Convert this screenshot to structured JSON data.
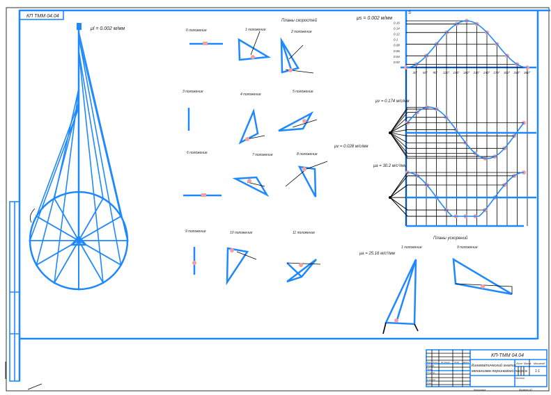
{
  "sheet": {
    "stamp_top": "КП ТММ 04.04",
    "scale_mechanism": "μl = 0.002 м/мм",
    "scale_displacement": "μs = 0.002 м/мм",
    "scale_velocity": "μv = 0.174 м/с/мм",
    "scale_acceleration": "μa = 30.2 м/с²/мм",
    "scale_velocity_plans": "μv = 0.028 м/с/мм",
    "scale_acceleration_plans": "μa = 25.16 м/с²/мм",
    "velocity_plans_title": "Планы скоростей",
    "acceleration_plans_title": "Планы ускорений",
    "axis_s": "S",
    "positions": [
      "0 положение",
      "1 положение",
      "2 положение",
      "3 положение",
      "4 положение",
      "5 положение",
      "6 положение",
      "7 положение",
      "8 положение",
      "9 положение",
      "10 положение",
      "11 положение",
      "1 положение",
      "9 положение"
    ]
  },
  "chart_data": {
    "type": "line",
    "title": "S(φ)",
    "x_ticks": [
      "30°",
      "60°",
      "90°",
      "120°",
      "150°",
      "180°",
      "210°",
      "240°",
      "270°",
      "300°",
      "330°",
      "360°"
    ],
    "y_ticks": [
      "0.02",
      "0.04",
      "0.06",
      "0.08",
      "0.1",
      "0.12",
      "0.14",
      "0.16"
    ]
  },
  "title_block": {
    "code": "КП-ТММ 04.04",
    "name_line1": "Кинематический анализ",
    "name_line2": "механизма поршневого насоса",
    "sheet_label": "Лист",
    "sheets_label": "Листов",
    "mass_label": "Масса",
    "scale_label": "Масштаб",
    "scale_value": "1:1",
    "rows": [
      "Изм.",
      "Разраб.",
      "Пров.",
      "Т.контр.",
      "Н.контр.",
      "Утв."
    ],
    "cols": [
      "Лист",
      "№ докум.",
      "Подп.",
      "Дата"
    ],
    "copied": "Копировал",
    "format": "Формат А3"
  }
}
